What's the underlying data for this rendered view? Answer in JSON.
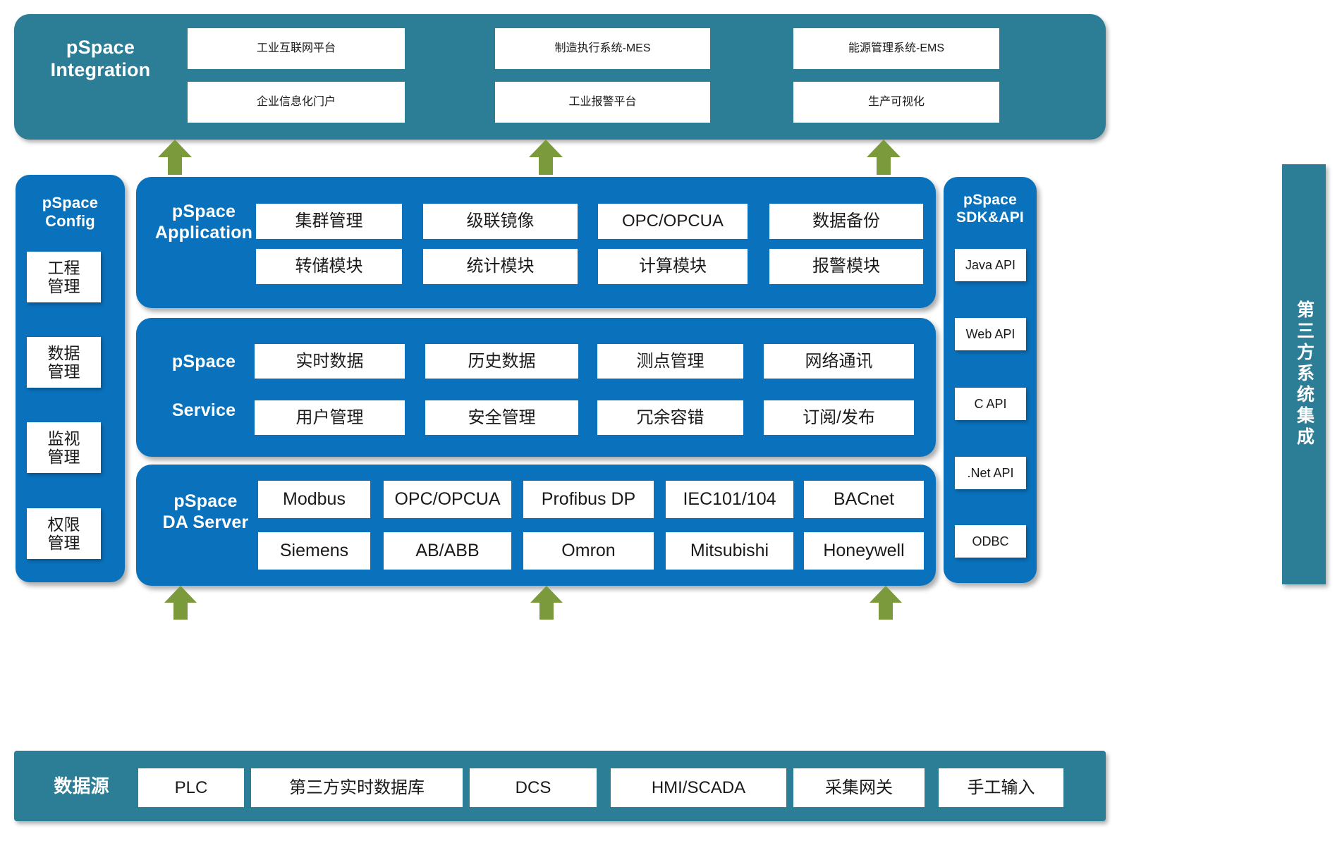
{
  "colors": {
    "teal": "#2b7e95",
    "blue": "#0a72bd",
    "arrow_green": "#7b9a3c",
    "cell_bg": "#ffffff",
    "text": "#1a1a1a"
  },
  "integration": {
    "label": "pSpace\nIntegration",
    "label_line1": "pSpace",
    "label_line2": "Integration",
    "columns": [
      {
        "top": "工业互联网平台",
        "bottom": "企业信息化门户"
      },
      {
        "top": "制造执行系统-MES",
        "bottom": "工业报警平台"
      },
      {
        "top": "能源管理系统-EMS",
        "bottom": "生产可视化"
      }
    ]
  },
  "config": {
    "label_line1": "pSpace",
    "label_line2": "Config",
    "items": [
      "工程\n管理",
      "数据\n管理",
      "监视\n管理",
      "权限\n管理"
    ],
    "items_flat": [
      "工程管理",
      "数据管理",
      "监视管理",
      "权限管理"
    ]
  },
  "application": {
    "label_line1": "pSpace",
    "label_line2": "Application",
    "row_top": [
      "集群管理",
      "级联镜像",
      "OPC/OPCUA",
      "数据备份"
    ],
    "row_bottom": [
      "转储模块",
      "统计模块",
      "计算模块",
      "报警模块"
    ]
  },
  "service": {
    "label_line1": "pSpace",
    "label_line2": "Service",
    "row_top": [
      "实时数据",
      "历史数据",
      "测点管理",
      "网络通讯"
    ],
    "row_bottom": [
      "用户管理",
      "安全管理",
      "冗余容错",
      "订阅/发布"
    ]
  },
  "daserver": {
    "label_line1": "pSpace",
    "label_line2": "DA Server",
    "row_top": [
      "Modbus",
      "OPC/OPCUA",
      "Profibus DP",
      "IEC101/104",
      "BACnet"
    ],
    "row_bottom": [
      "Siemens",
      "AB/ABB",
      "Omron",
      "Mitsubishi",
      "Honeywell"
    ]
  },
  "sdk": {
    "label_line1": "pSpace",
    "label_line2": "SDK&API",
    "items": [
      "Java API",
      "Web API",
      "C API",
      ".Net API",
      "ODBC"
    ]
  },
  "third_party": {
    "label": "第三方系统集成"
  },
  "datasource": {
    "label": "数据源",
    "items": [
      "PLC",
      "第三方实时数据库",
      "DCS",
      "HMI/SCADA",
      "采集网关",
      "手工输入"
    ]
  },
  "arrows": {
    "count_upper": 3,
    "count_lower": 3,
    "direction": "up",
    "icon": "arrow-up-icon"
  }
}
